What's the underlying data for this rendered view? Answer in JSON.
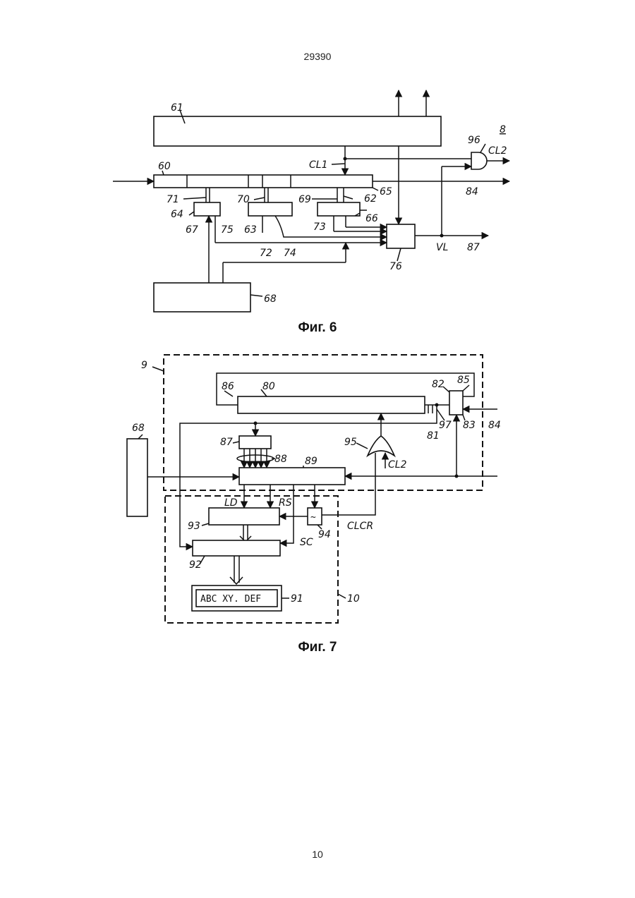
{
  "header": {
    "doc_number": "29390"
  },
  "footer": {
    "page_number": "10"
  },
  "fig6": {
    "caption": "Фиг. 6",
    "labels": {
      "l61": "61",
      "l8": "8",
      "l96": "96",
      "lCL2": "CL2",
      "l60": "60",
      "lCL1": "CL1",
      "l65": "65",
      "l84": "84",
      "l71": "71",
      "l70": "70",
      "l69": "69",
      "l62": "62",
      "l64": "64",
      "l63": "63",
      "l66": "66",
      "l67": "67",
      "l75": "75",
      "l73": "73",
      "l72": "72",
      "l74": "74",
      "lVL": "VL",
      "l87": "87",
      "l76": "76",
      "l68": "68"
    }
  },
  "fig7": {
    "caption": "Фиг. 7",
    "labels": {
      "l9": "9",
      "l86": "86",
      "l80": "80",
      "l82": "82",
      "l85": "85",
      "l97": "97",
      "l83": "83",
      "l84": "84",
      "l81": "81",
      "l68": "68",
      "l87": "87",
      "l88": "88",
      "l89": "89",
      "l95": "95",
      "lCL2": "CL2",
      "lLD": "LD",
      "lRS": "RS",
      "l93": "93",
      "l94": "94",
      "lCLCR": "CLCR",
      "l92": "92",
      "lSC": "SC",
      "l91": "91",
      "l10": "10"
    },
    "display_text": "ABC XY. DEF",
    "oscillator_symbol": "~"
  }
}
